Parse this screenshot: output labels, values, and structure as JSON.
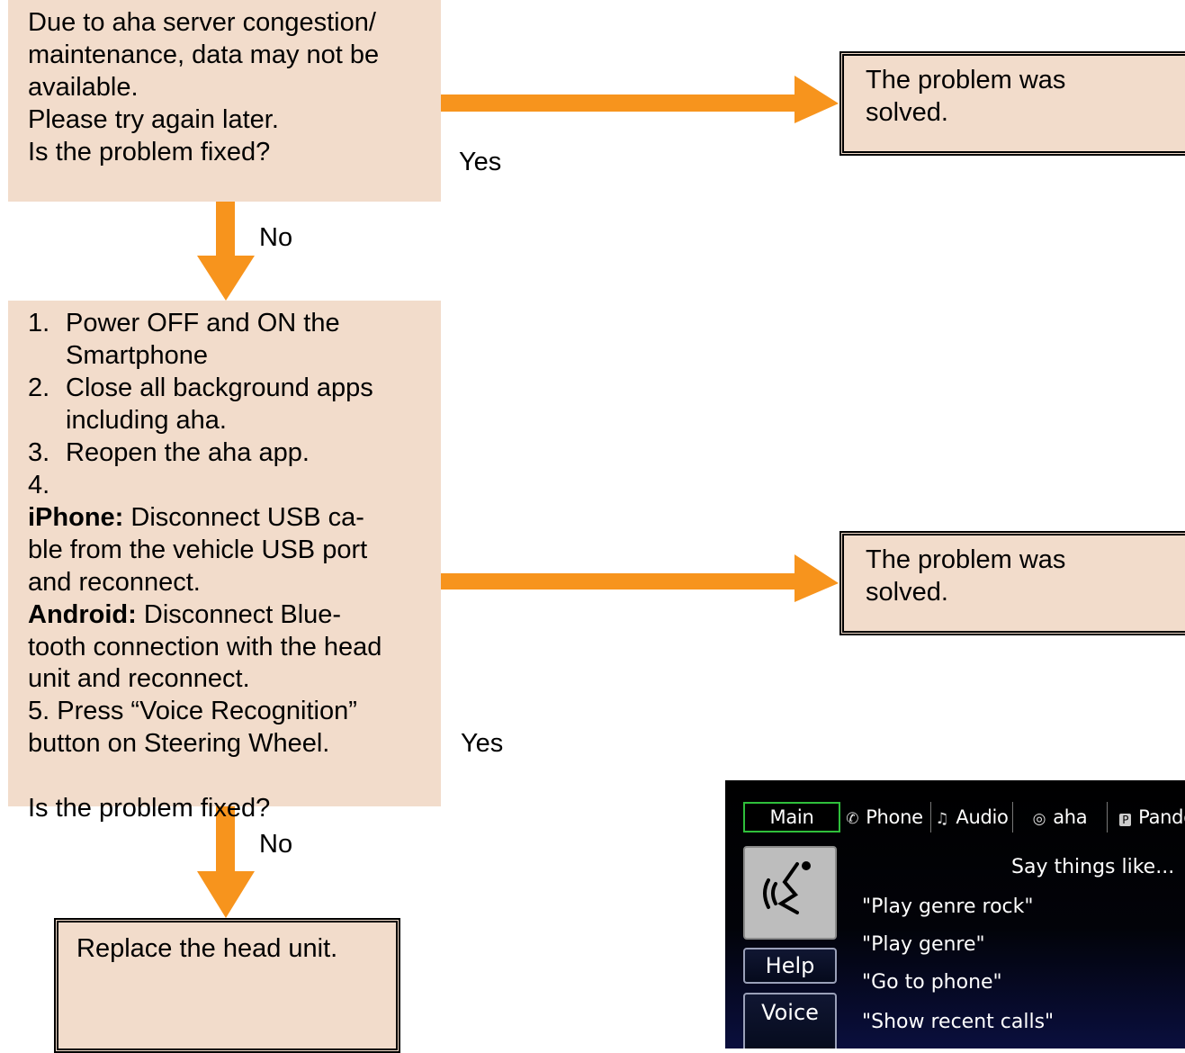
{
  "flow": {
    "step1": {
      "lines": [
        "Due to aha server congestion/",
        "maintenance, data may not be",
        "available.",
        "Please try again later.",
        "Is the problem fixed?"
      ]
    },
    "yes1_label": "Yes",
    "no1_label": "No",
    "solved1_lines": [
      "The problem was",
      "solved."
    ],
    "step2": {
      "items": [
        {
          "num": "1.",
          "lines": [
            "Power OFF and ON the",
            "Smartphone"
          ]
        },
        {
          "num": "2.",
          "lines": [
            "Close all background apps",
            "including aha."
          ]
        },
        {
          "num": "3.",
          "lines": [
            "Reopen the aha app."
          ]
        }
      ],
      "item4_num": "4.",
      "iphone_label": "iPhone:",
      "iphone_text_lines": [
        " Disconnect USB ca-",
        "ble from the vehicle USB port",
        "and reconnect."
      ],
      "android_label": "Android:",
      "android_text_lines": [
        " Disconnect Blue-",
        "tooth connection with the head",
        "unit and reconnect."
      ],
      "item5_lines": [
        "5. Press “Voice Recognition”",
        "button on Steering Wheel."
      ],
      "question": "Is the problem fixed?"
    },
    "yes2_label": "Yes",
    "no2_label": "No",
    "solved2_lines": [
      "The problem was",
      "solved."
    ],
    "replace_label": "Replace the head unit."
  },
  "headunit": {
    "tabs": [
      {
        "label": "Main",
        "icon": "none"
      },
      {
        "label": "Phone",
        "icon": "phone-icon",
        "glyph": "📞"
      },
      {
        "label": "Audio",
        "icon": "music-note-icon",
        "glyph": "♫"
      },
      {
        "label": "aha",
        "icon": "aha-icon",
        "glyph": "◎"
      },
      {
        "label": "Pando",
        "icon": "pandora-icon",
        "glyph": "P"
      }
    ],
    "say_heading": "Say things like...",
    "commands": [
      "\"Play genre rock\"",
      "\"Play genre\"",
      "\"Go to phone\"",
      "\"Show recent calls\""
    ],
    "help_label": "Help",
    "voice_label": "Voice",
    "colors": {
      "selected_tab_border": "#2fbf3b",
      "screen_bg": "#000000",
      "screen_bottom": "#0a0f3e"
    }
  },
  "colors": {
    "box_fill": "#f2dccb",
    "arrow": "#f7941d"
  }
}
